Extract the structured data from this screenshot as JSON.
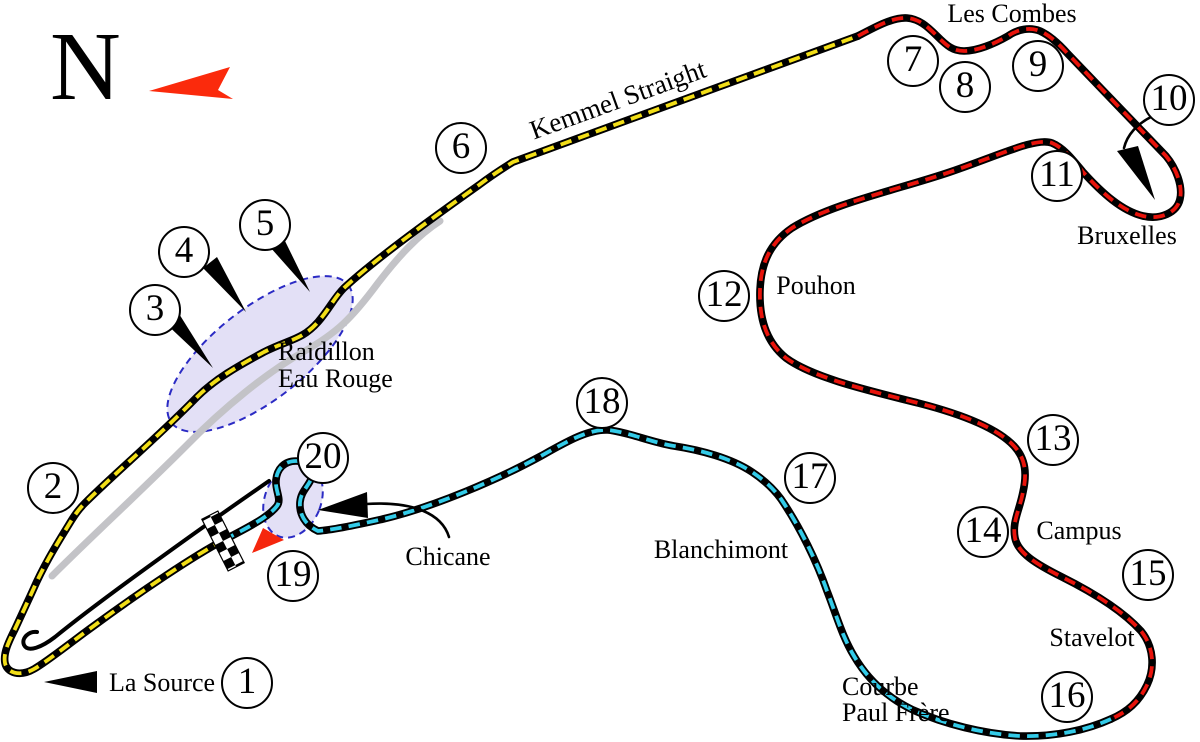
{
  "compass": {
    "letter": "N"
  },
  "labels": {
    "les_combes": "Les Combes",
    "kemmel": "Kemmel Straight",
    "bruxelles": "Bruxelles",
    "pouhon": "Pouhon",
    "raidillon": "Raidillon",
    "eau_rouge": "Eau Rouge",
    "campus": "Campus",
    "stavelot": "Stavelot",
    "courbe": "Courbe",
    "paul_frere": "Paul Frère",
    "blanchimont": "Blanchimont",
    "chicane": "Chicane",
    "la_source": "La Source"
  },
  "corners": [
    "1",
    "2",
    "3",
    "4",
    "5",
    "6",
    "7",
    "8",
    "9",
    "10",
    "11",
    "12",
    "13",
    "14",
    "15",
    "16",
    "17",
    "18",
    "19",
    "20"
  ],
  "colors": {
    "sector1_yellow": "#f2de17",
    "sector2_red": "#e8130b",
    "sector3_cyan": "#33cbe8",
    "track_casing": "#000000",
    "old_track_gray": "#c3c3c7",
    "runoff_fill": "#dcd8f4",
    "runoff_border": "#2b2bc4",
    "north_arrow_red": "#fb2a0c",
    "direction_arrow_red": "#f5260d"
  }
}
